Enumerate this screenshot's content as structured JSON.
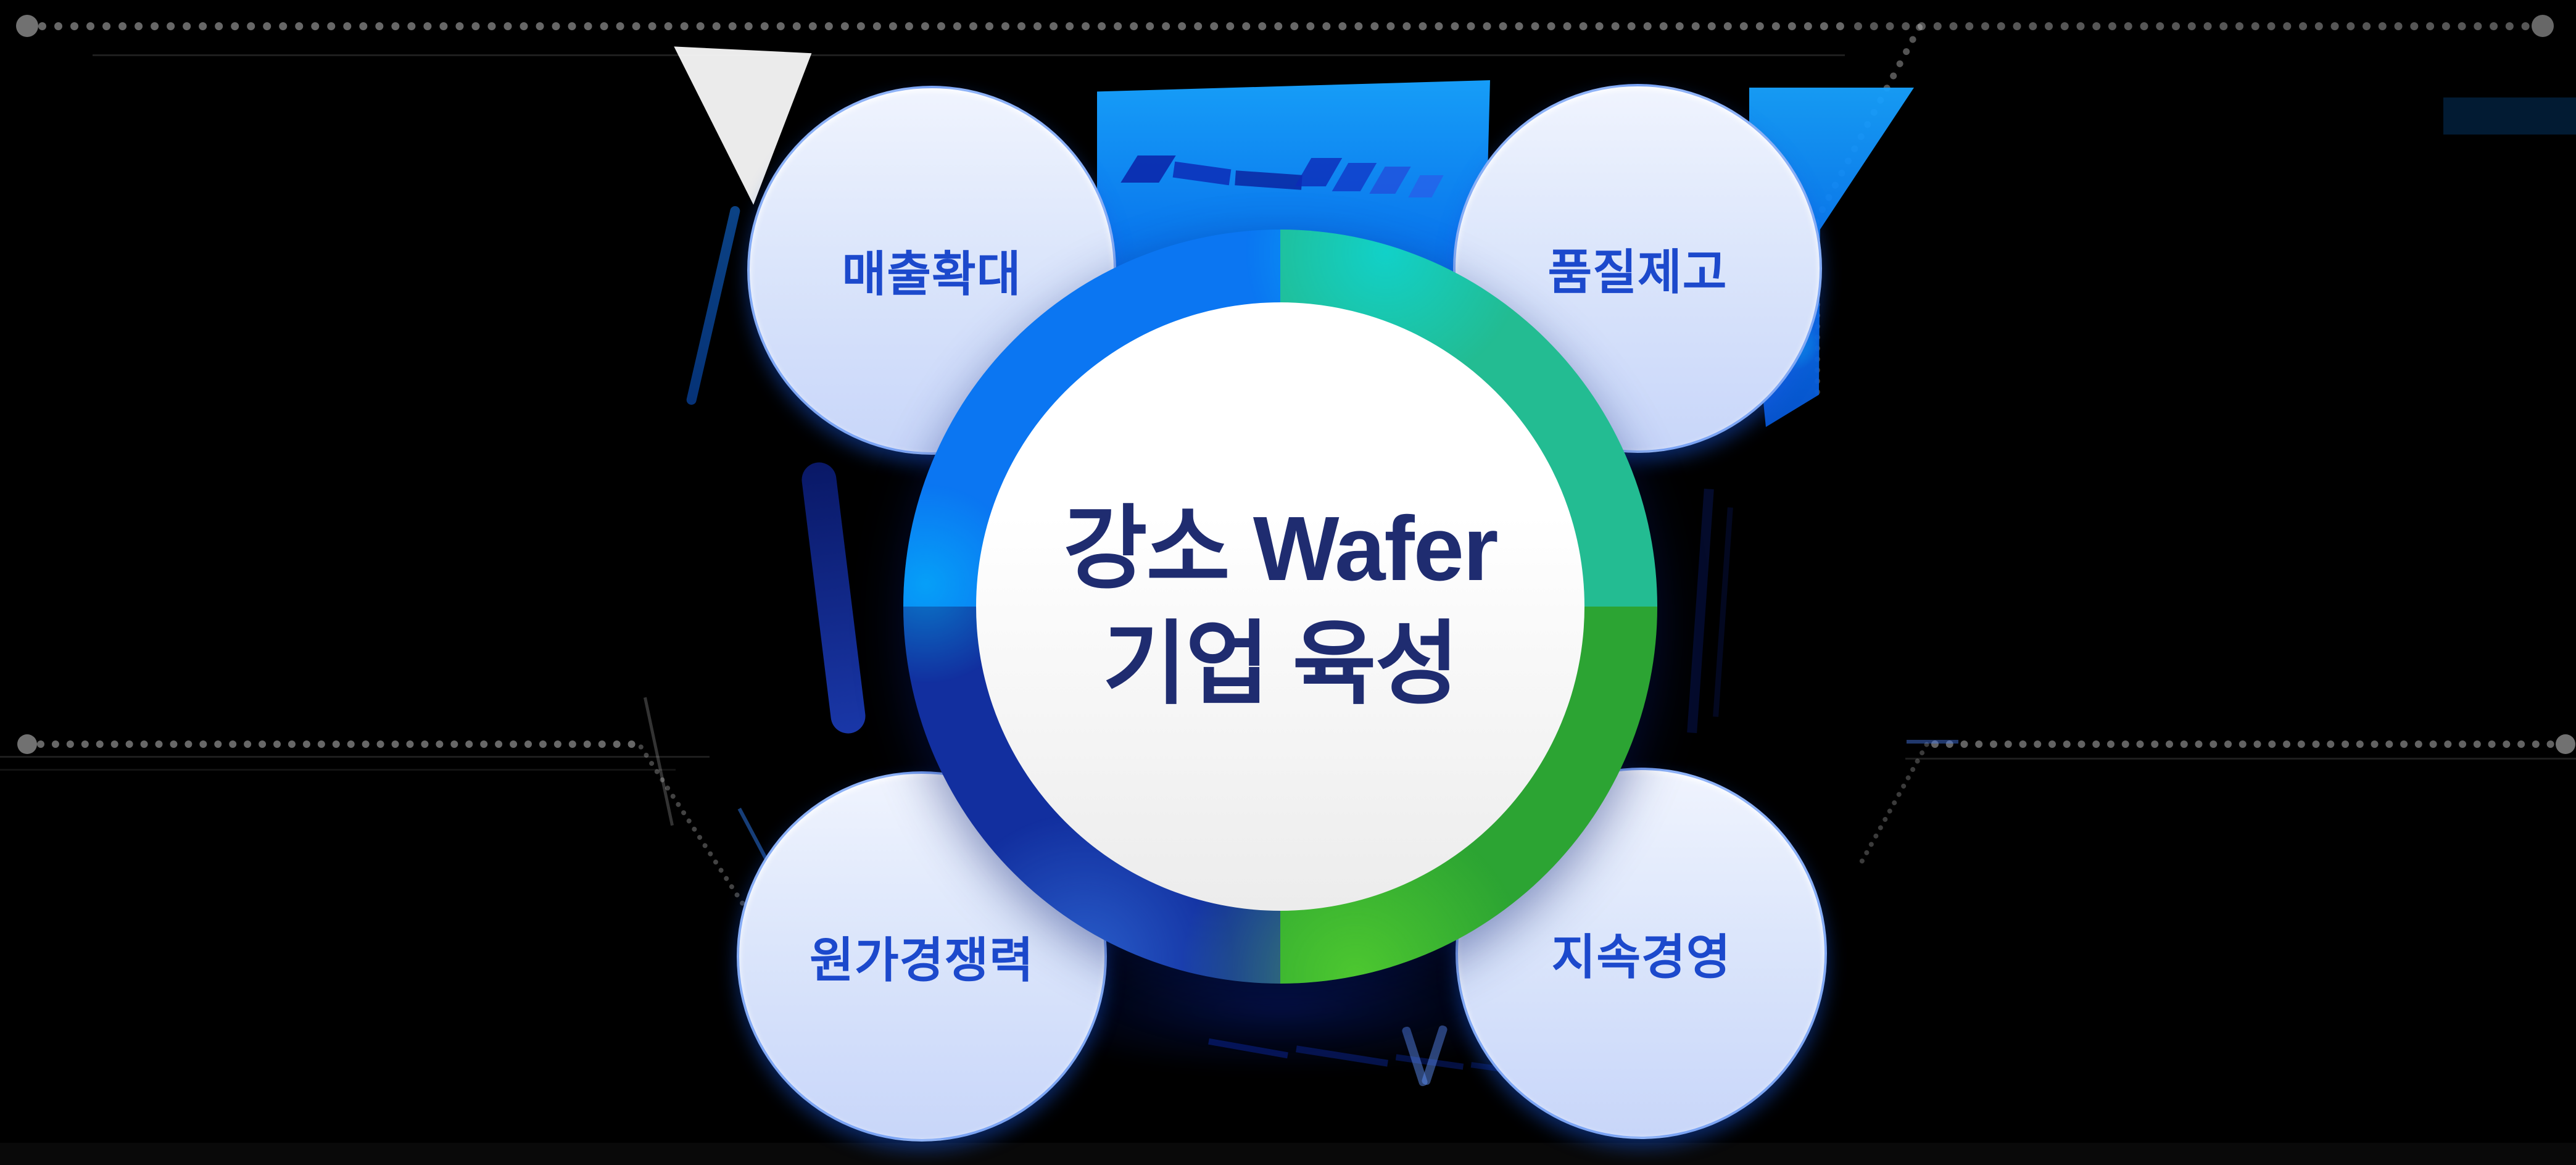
{
  "page": {
    "type": "infographic-diagram",
    "background": "#000000"
  },
  "palette": {
    "bg": "#000000",
    "ring_tl": "#0B76F2",
    "ring_tr": "#23BC92",
    "ring_br": "#2CA433",
    "ring_bl": "#122F9F",
    "center_text": "#1F2C70",
    "center_fill_top": "#FFFFFF",
    "center_fill_bottom": "#ECECEC",
    "satellite_fill_top": "#F0F4FE",
    "satellite_fill_bottom": "#C8D6F9",
    "satellite_text": "#1C49CC",
    "wedge_blue": "#17A2FF",
    "wedge_blue_deep": "#0757D6",
    "navy_streak": "#0A22A8"
  },
  "diagram": {
    "center": {
      "line1": "강소 Wafer",
      "line2": "기업 육성"
    },
    "ring": {
      "segments": [
        {
          "position": "top-left",
          "color": "#0B76F2"
        },
        {
          "position": "top-right",
          "color": "#23BC92"
        },
        {
          "position": "bottom-right",
          "color": "#2CA433"
        },
        {
          "position": "bottom-left",
          "color": "#122F9F"
        }
      ]
    },
    "satellites": [
      {
        "label": "매출확대",
        "position": "top-left"
      },
      {
        "label": "품질제고",
        "position": "top-right"
      },
      {
        "label": "원가경쟁력",
        "position": "bottom-left"
      },
      {
        "label": "지속경영",
        "position": "bottom-right"
      }
    ]
  }
}
